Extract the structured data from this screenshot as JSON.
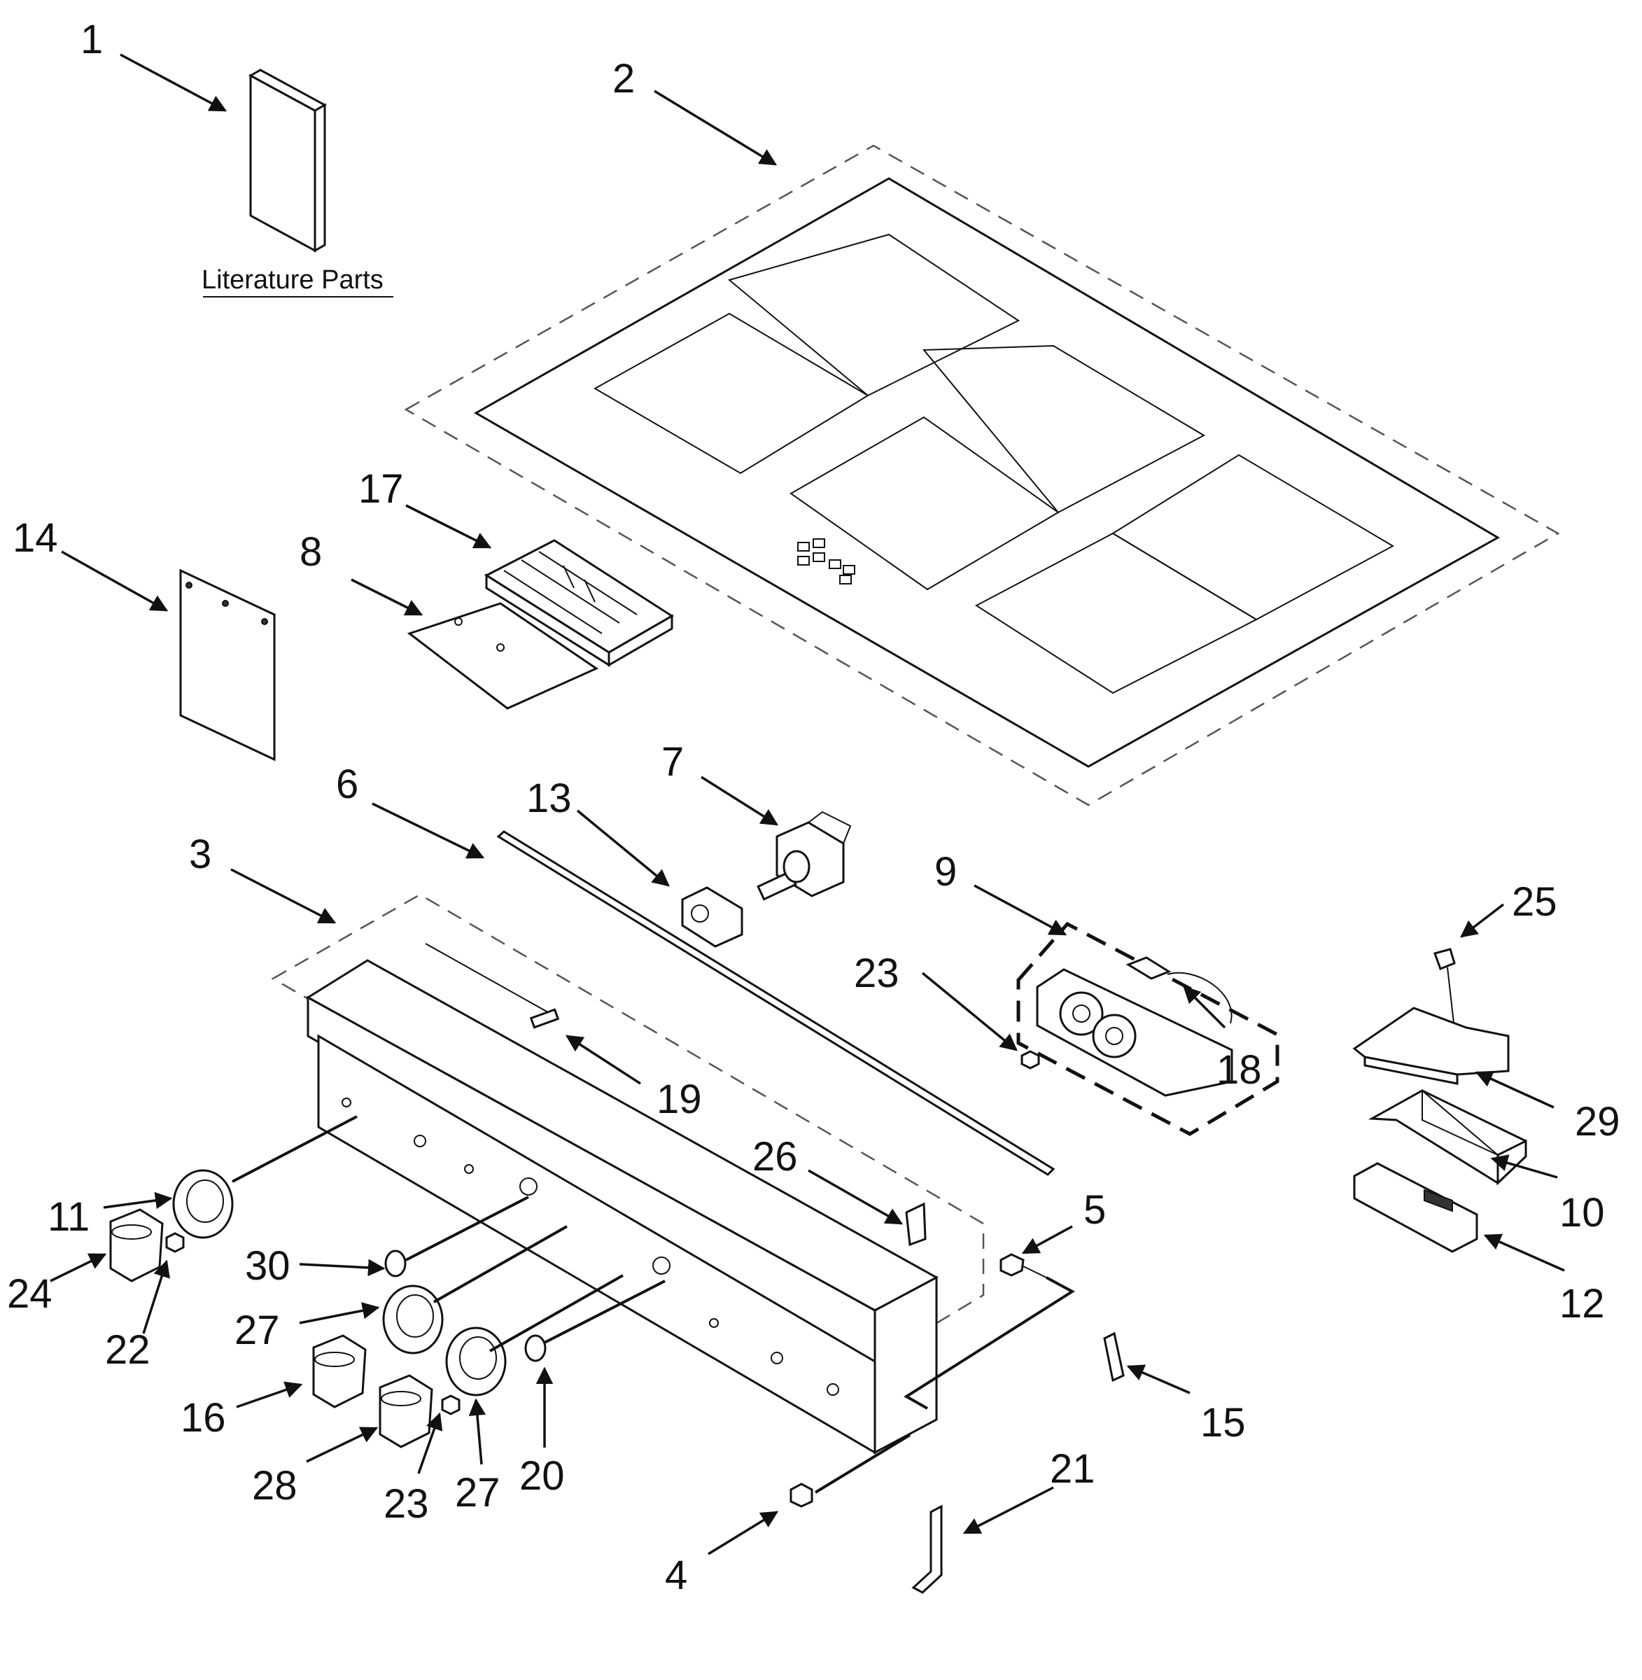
{
  "literature_label": "Literature Parts",
  "callouts": [
    "1",
    "2",
    "3",
    "4",
    "5",
    "6",
    "7",
    "8",
    "9",
    "10",
    "11",
    "12",
    "13",
    "14",
    "15",
    "16",
    "17",
    "18",
    "19",
    "20",
    "21",
    "22",
    "23",
    "23",
    "24",
    "25",
    "26",
    "27",
    "27",
    "28",
    "29",
    "30"
  ],
  "colors": {
    "ink": "#111111",
    "background": "#ffffff"
  }
}
